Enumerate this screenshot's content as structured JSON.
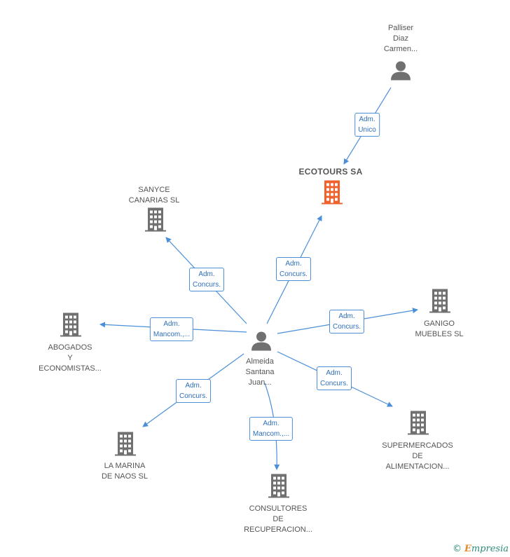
{
  "nodes": {
    "ecotours": {
      "lines": [
        "ECOTOURS SA"
      ]
    },
    "palliser": {
      "lines": [
        "Palliser",
        "Diaz",
        "Carmen..."
      ]
    },
    "almeida": {
      "lines": [
        "Almeida",
        "Santana",
        "Juan..."
      ]
    },
    "sanyce": {
      "lines": [
        "SANYCE",
        "CANARIAS SL"
      ]
    },
    "abogados": {
      "lines": [
        "ABOGADOS",
        "Y",
        "ECONOMISTAS..."
      ]
    },
    "ganigo": {
      "lines": [
        "GANIGO",
        "MUEBLES SL"
      ]
    },
    "lamarina": {
      "lines": [
        "LA MARINA",
        "DE NAOS SL"
      ]
    },
    "consultores": {
      "lines": [
        "CONSULTORES",
        "DE",
        "RECUPERACION..."
      ]
    },
    "supermercados": {
      "lines": [
        "SUPERMERCADOS",
        "DE",
        "ALIMENTACION..."
      ]
    }
  },
  "edges": {
    "palliser_ecotours": {
      "lines": [
        "Adm.",
        "Unico"
      ]
    },
    "almeida_ecotours": {
      "lines": [
        "Adm.",
        "Concurs."
      ]
    },
    "almeida_sanyce": {
      "lines": [
        "Adm.",
        "Concurs."
      ]
    },
    "almeida_abogados": {
      "lines": [
        "Adm.",
        "Mancom.,..."
      ]
    },
    "almeida_ganigo": {
      "lines": [
        "Adm.",
        "Concurs."
      ]
    },
    "almeida_lamarina": {
      "lines": [
        "Adm.",
        "Concurs."
      ]
    },
    "almeida_consultores": {
      "lines": [
        "Adm.",
        "Mancom.,..."
      ]
    },
    "almeida_supermercados": {
      "lines": [
        "Adm.",
        "Concurs."
      ]
    }
  },
  "icons": {
    "company": "building-icon",
    "company_main": "building-icon",
    "person": "person-icon"
  },
  "colors": {
    "edge": "#4a8fd8",
    "icon_gray": "#707070",
    "main_company": "#f0622d"
  },
  "footer": {
    "copyright_symbol": "©",
    "brand_initial": "E",
    "brand_rest": "mpresia"
  }
}
